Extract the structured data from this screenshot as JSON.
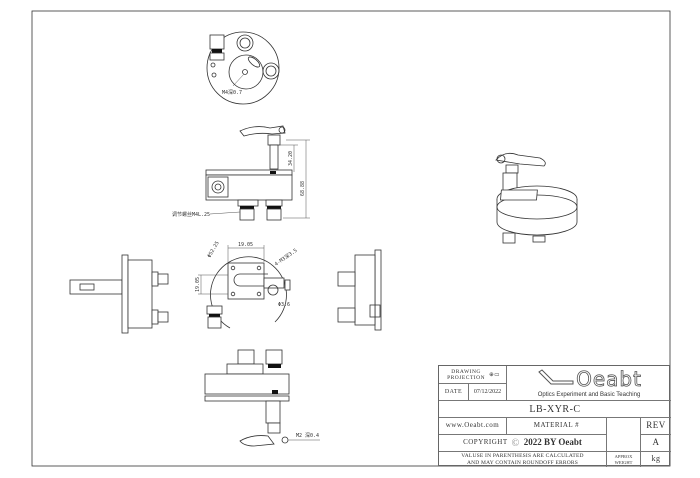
{
  "drawing": {
    "top_view": {
      "thread_label": "M4深0.7"
    },
    "front_view": {
      "dim_height_upper": "34.20",
      "dim_height_total": "68.88",
      "screw_label": "调节螺丝M4L.25"
    },
    "plan_view": {
      "dim_width": "19.05",
      "dim_height": "19.05",
      "dim_diameter": "Φ52.25",
      "hole_label": "4-M3深3.5",
      "small_diameter": "Φ3.6"
    },
    "bottom_view": {
      "thread_label": "M2 深0.4"
    }
  },
  "title_block": {
    "projection_label": "DRAWING PROJECTION",
    "date_label": "DATE",
    "date_value": "07/12/2022",
    "logo_text": "Oeabt",
    "tagline": "Optics Experiment and Basic Teaching",
    "part_number": "LB-XYR-C",
    "website": "www.Oeabt.com",
    "material_label": "MATERIAL #",
    "rev_label": "REV",
    "rev_value": "A",
    "copyright_label": "COPYRIGHT",
    "copyright_text": "2022 BY Oeabt",
    "note_line1": "VALUSE IN PARENTHESIS ARE CALCULATED",
    "note_line2": "AND MAY CONTAIN ROUNDOFF ERRORS",
    "weight_label": "APPROX WEIGHT",
    "weight_unit": "kg"
  }
}
